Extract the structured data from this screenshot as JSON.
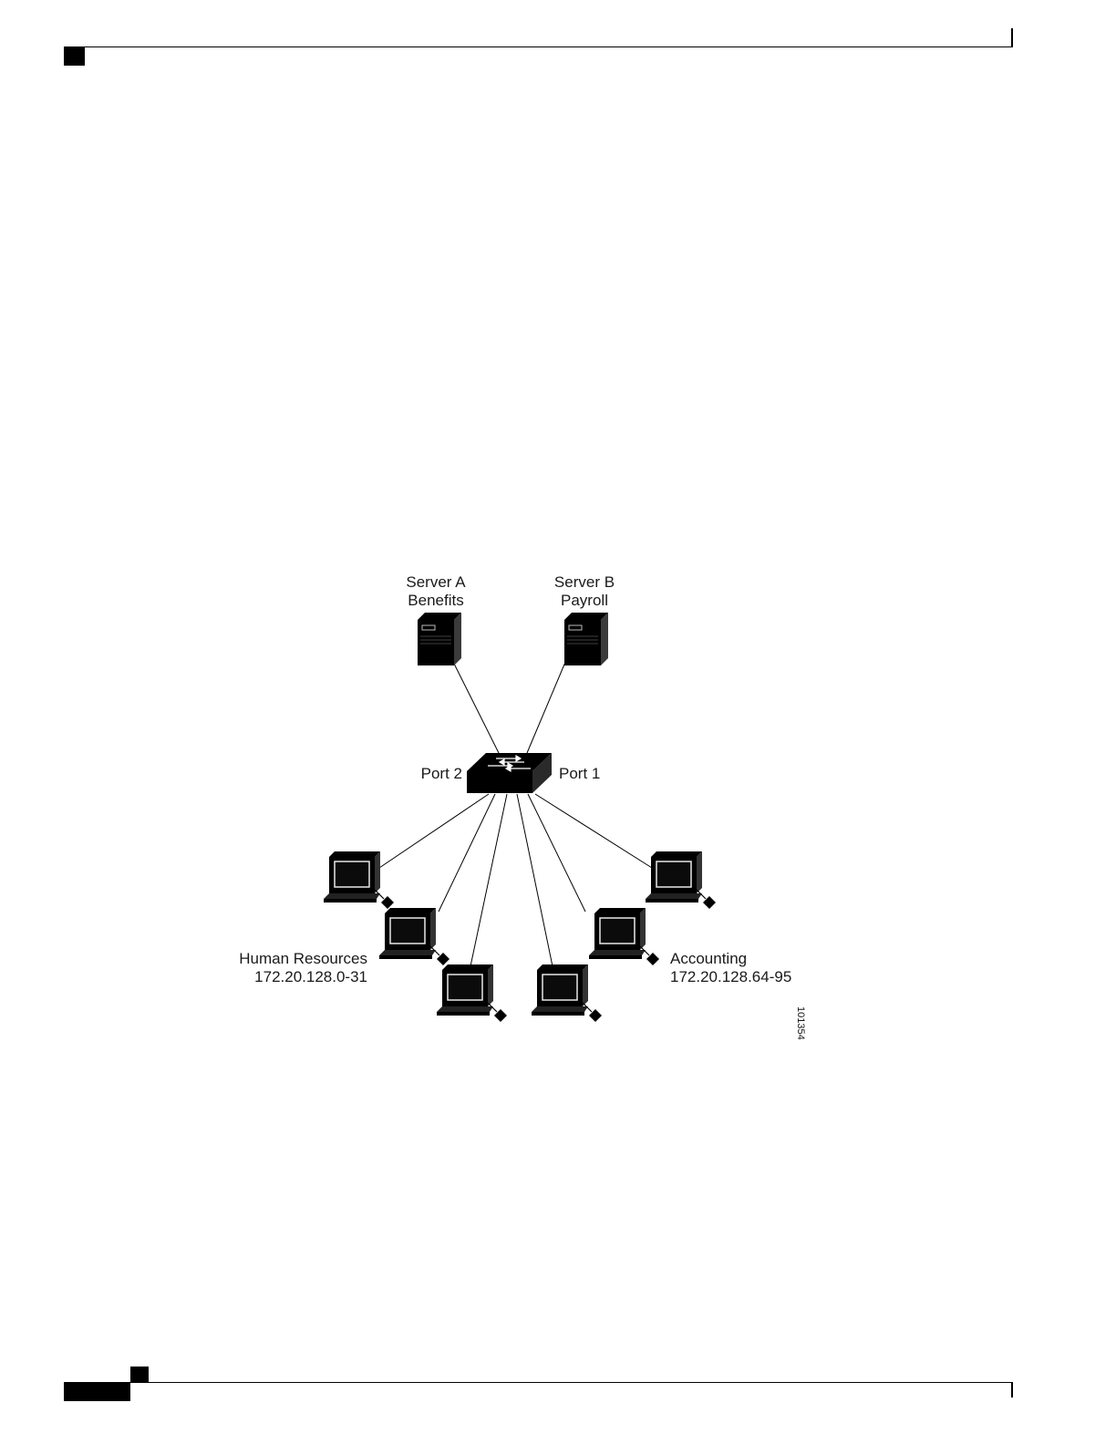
{
  "diagram": {
    "servers": [
      {
        "id": "server-a",
        "name": "Server A",
        "role": "Benefits"
      },
      {
        "id": "server-b",
        "name": "Server B",
        "role": "Payroll"
      }
    ],
    "switch": {
      "port_left": "Port 2",
      "port_right": "Port 1"
    },
    "groups": {
      "left": {
        "name": "Human Resources",
        "subnet": "172.20.128.0-31"
      },
      "right": {
        "name": "Accounting",
        "subnet": "172.20.128.64-95"
      }
    },
    "figure_id": "101354"
  }
}
